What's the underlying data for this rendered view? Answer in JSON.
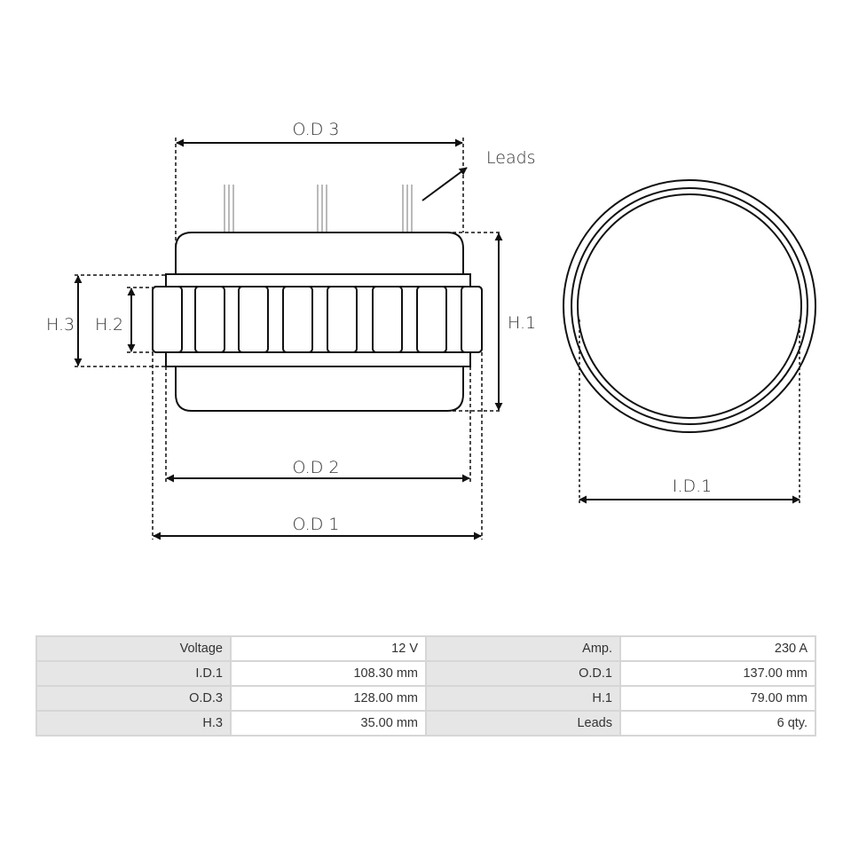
{
  "diagram": {
    "labels": {
      "od3": "O.D 3",
      "od2": "O.D 2",
      "od1": "O.D 1",
      "h1": "H.1",
      "h2": "H.2",
      "h3": "H.3",
      "id1": "I.D.1",
      "leads": "Leads"
    }
  },
  "specs": {
    "rows": [
      {
        "label_a": "Voltage",
        "value_a": "12 V",
        "label_b": "Amp.",
        "value_b": "230 A"
      },
      {
        "label_a": "I.D.1",
        "value_a": "108.30 mm",
        "label_b": "O.D.1",
        "value_b": "137.00 mm"
      },
      {
        "label_a": "O.D.3",
        "value_a": "128.00 mm",
        "label_b": "H.1",
        "value_b": "79.00 mm"
      },
      {
        "label_a": "H.3",
        "value_a": "35.00 mm",
        "label_b": "Leads",
        "value_b": "6 qty."
      }
    ]
  },
  "colors": {
    "line": "#111111",
    "lead_wire": "#a8a8a8",
    "label_cell": "#e6e6e6",
    "border": "#d6d6d6",
    "text": "#333333"
  }
}
